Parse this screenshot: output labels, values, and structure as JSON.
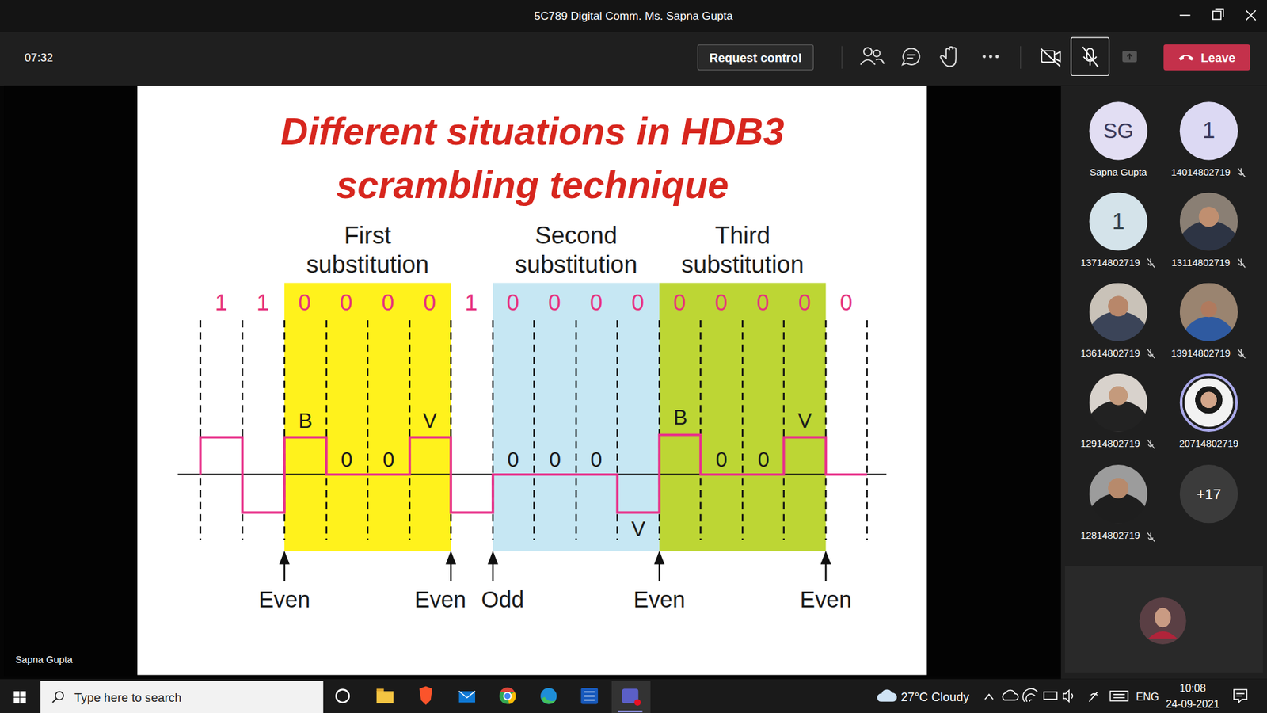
{
  "diagram": {
    "title": "Different situations in HDB3 scrambling technique",
    "nodes": [
      {
        "text": [
          "Request control"
        ]
      },
      {
        "text": [
          "Leave"
        ]
      },
      {
        "text": [
          "SG",
          "Sapna Gupta"
        ]
      },
      {
        "text": [
          "1",
          "14014802719"
        ]
      },
      {
        "text": [
          "1",
          "13714802719"
        ]
      },
      {
        "text": [
          "13114802719"
        ]
      },
      {
        "text": [
          "13614802719"
        ]
      },
      {
        "text": [
          "13914802719"
        ]
      },
      {
        "text": [
          "12914802719"
        ]
      },
      {
        "text": [
          "20714802719"
        ]
      },
      {
        "text": [
          "12814802719"
        ]
      },
      {
        "text": [
          "+17"
        ]
      },
      {
        "text": [
          "First substitution"
        ]
      },
      {
        "text": [
          "Second substitution"
        ]
      },
      {
        "text": [
          "Third substitution"
        ]
      },
      {
        "text": [
          "Type here to search"
        ]
      }
    ],
    "labels": [
      "5C789 Digital Comm. Ms. Sapna Gupta",
      "07:32",
      "1",
      "1",
      "0",
      "0",
      "0",
      "0",
      "1",
      "0",
      "0",
      "0",
      "0",
      "0",
      "0",
      "0",
      "0",
      "0",
      "B",
      "0",
      "0",
      "V",
      "0",
      "0",
      "0",
      "V",
      "B",
      "0",
      "0",
      "V",
      "Even",
      "Even",
      "Odd",
      "Even",
      "Even",
      "Sapna Gupta",
      "27°C Cloudy",
      "ENG",
      "10:08",
      "24-09-2021"
    ]
  }
}
